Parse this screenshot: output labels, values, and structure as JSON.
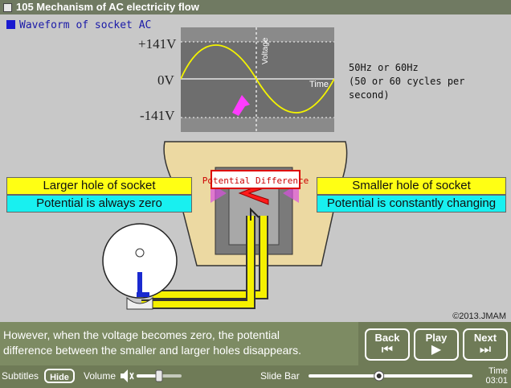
{
  "title": {
    "text": "105  Mechanism of AC electricity flow"
  },
  "legend": {
    "text": "Waveform of socket AC"
  },
  "graph": {
    "y_top": "+141V",
    "y_mid": "0V",
    "y_bottom": "-141V",
    "voltage_axis": "Voltage",
    "time_axis": "Time"
  },
  "freq": {
    "line1": "50Hz or 60Hz",
    "line2": "(50 or 60 cycles per second)"
  },
  "diagram": {
    "potential_difference": "Potential Difference",
    "larger_hole": "Larger hole of socket",
    "larger_potential": "Potential is always zero",
    "smaller_hole": "Smaller hole of socket",
    "smaller_potential": "Potential is constantly changing"
  },
  "copyright": "©2013.JMAM",
  "subtitle": {
    "line1": "However, when the voltage becomes zero, the potential",
    "line2": "difference between the smaller and larger holes disappears."
  },
  "nav": {
    "back": "Back",
    "play": "Play",
    "next": "Next"
  },
  "controls": {
    "subtitles": "Subtitles",
    "hide": "Hide",
    "volume": "Volume",
    "slide_bar": "Slide Bar",
    "time_label": "Time",
    "time_value": "03:01",
    "volume_level": 0.5,
    "slide_position": 0.43
  },
  "colors": {
    "title_bar": "#707a62",
    "subtitle_panel": "#7d8b63",
    "banner_yellow": "#ffff14",
    "banner_cyan": "#18f0f0",
    "wave": "#f4f400",
    "arrow": "#ff3cff"
  }
}
